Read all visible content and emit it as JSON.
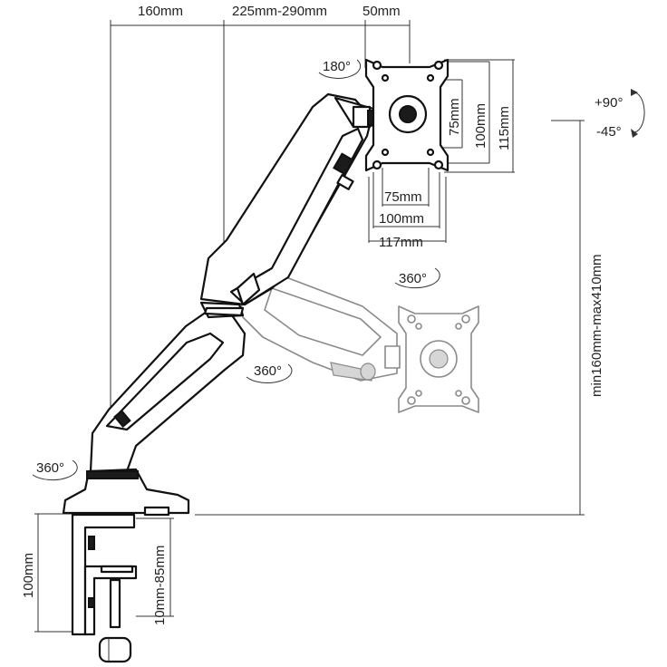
{
  "dimensions": {
    "top_left": "160mm",
    "top_middle": "225mm-290mm",
    "top_right": "50mm",
    "vesa_h_75": "75mm",
    "vesa_h_100": "100mm",
    "vesa_h_117": "117mm",
    "vesa_v_75": "75mm",
    "vesa_v_100": "100mm",
    "vesa_v_115": "115mm",
    "height_range": "min160mm-max410mm",
    "clamp_depth": "100mm",
    "clamp_range": "10mm-85mm"
  },
  "rotations": {
    "head_rotation": "180°",
    "tilt_up": "+90°",
    "tilt_down": "-45°",
    "upper_swivel": "360°",
    "elbow_swivel": "360°",
    "base_swivel": "360°"
  }
}
